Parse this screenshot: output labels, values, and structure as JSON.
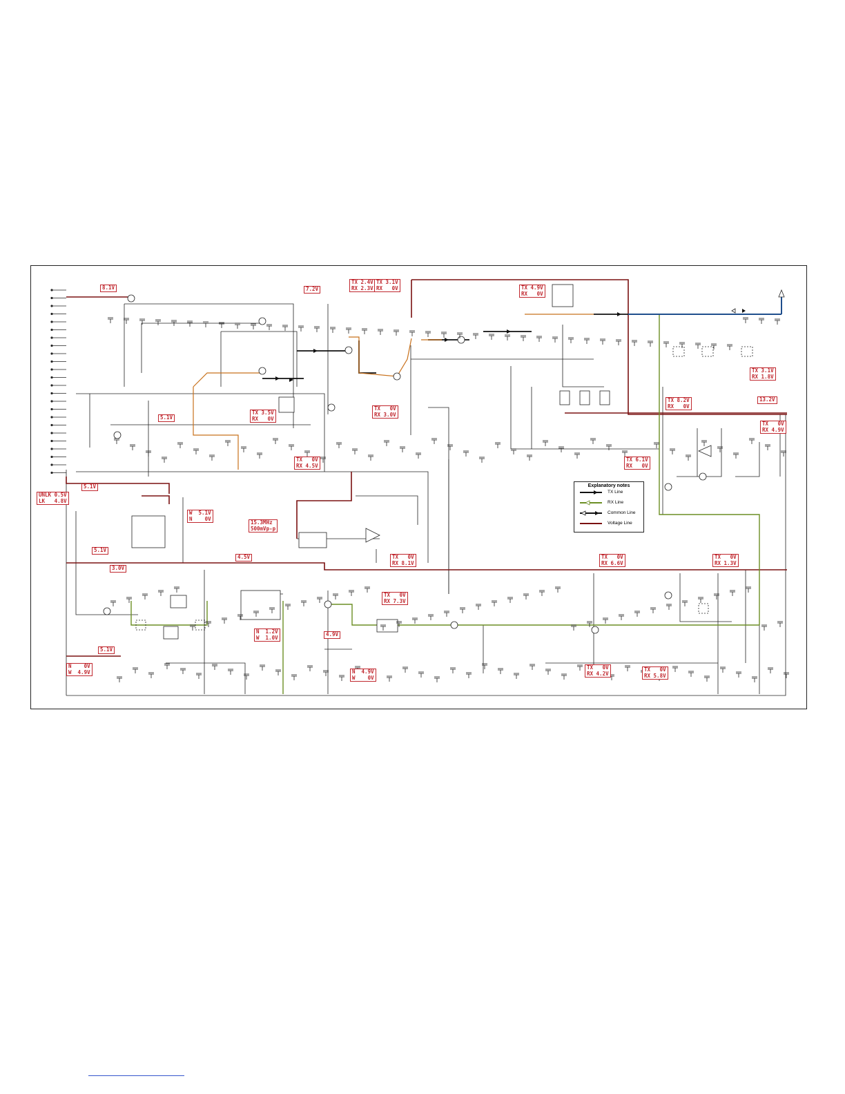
{
  "legend": {
    "title": "Explanatory notes",
    "items": [
      {
        "label": "TX Line",
        "color": "#111111"
      },
      {
        "label": "RX Line",
        "color": "#6b8e23"
      },
      {
        "label": "Common Line",
        "color": "#111111"
      },
      {
        "label": "Voltage Line",
        "color": "#7a1010"
      }
    ]
  },
  "voltage_labels": {
    "v01": [
      "8.1V"
    ],
    "v02": [
      "7.2V"
    ],
    "v03": [
      "TX 2.4V",
      "RX 2.3V"
    ],
    "v04": [
      "TX 3.1V",
      "RX   0V"
    ],
    "v05": [
      "TX 4.9V",
      "RX   0V"
    ],
    "v06": [
      "TX 3.5V",
      "RX   0V"
    ],
    "v07": [
      "5.1V"
    ],
    "v08": [
      "TX   0V",
      "RX 3.0V"
    ],
    "v09": [
      "TX 3.1V",
      "RX 1.8V"
    ],
    "v10": [
      "TX 8.2V",
      "RX   0V"
    ],
    "v11": [
      "13.2V"
    ],
    "v12": [
      "TX   0V",
      "RX 4.9V"
    ],
    "v13": [
      "TX   0V",
      "RX 4.5V"
    ],
    "v14": [
      "TX 6.1V",
      "RX   0V"
    ],
    "v15": [
      "5.1V"
    ],
    "v16": [
      "UNLK 0.5V",
      "LK   4.8V"
    ],
    "v17": [
      "W  5.1V",
      "N    0V"
    ],
    "v18": [
      "15.3MHz",
      "500mVp-p"
    ],
    "v19": [
      "5.1V"
    ],
    "v20": [
      "3.0V"
    ],
    "v21": [
      "4.5V"
    ],
    "v22": [
      "TX   0V",
      "RX 8.1V"
    ],
    "v23": [
      "TX   0V",
      "RX 6.6V"
    ],
    "v24": [
      "TX   0V",
      "RX 1.3V"
    ],
    "v25": [
      "TX   0V",
      "RX 7.3V"
    ],
    "v26": [
      "N  1.2V",
      "W  1.0V"
    ],
    "v27": [
      "4.9V"
    ],
    "v28": [
      "5.1V"
    ],
    "v29": [
      "N    0V",
      "W  4.9V"
    ],
    "v30": [
      "N  4.9V",
      "W    0V"
    ],
    "v31": [
      "TX   0V",
      "RX 4.2V"
    ],
    "v32": [
      "TX   0V",
      "RX 5.8V"
    ]
  }
}
